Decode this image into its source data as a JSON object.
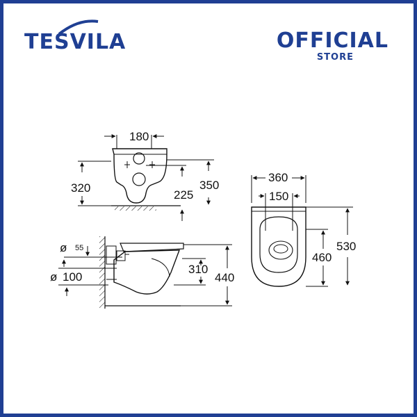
{
  "header": {
    "brand": "TESVILA",
    "official": "OFFICIAL",
    "store": "STORE"
  },
  "colors": {
    "brand": "#1f3f93",
    "line": "#111111"
  },
  "diagram": {
    "top_view": {
      "width_dim": "180",
      "left_height": "320",
      "center_height": "225",
      "right_height": "350"
    },
    "side_view": {
      "diameter_small_symbol": "ø",
      "diameter_small": "55",
      "diameter_large_symbol": "ø",
      "diameter_large": "100",
      "inner_height": "310",
      "total_height": "440"
    },
    "front_view": {
      "width_total": "360",
      "width_inner": "150",
      "inner_depth": "460",
      "total_depth": "530"
    }
  }
}
